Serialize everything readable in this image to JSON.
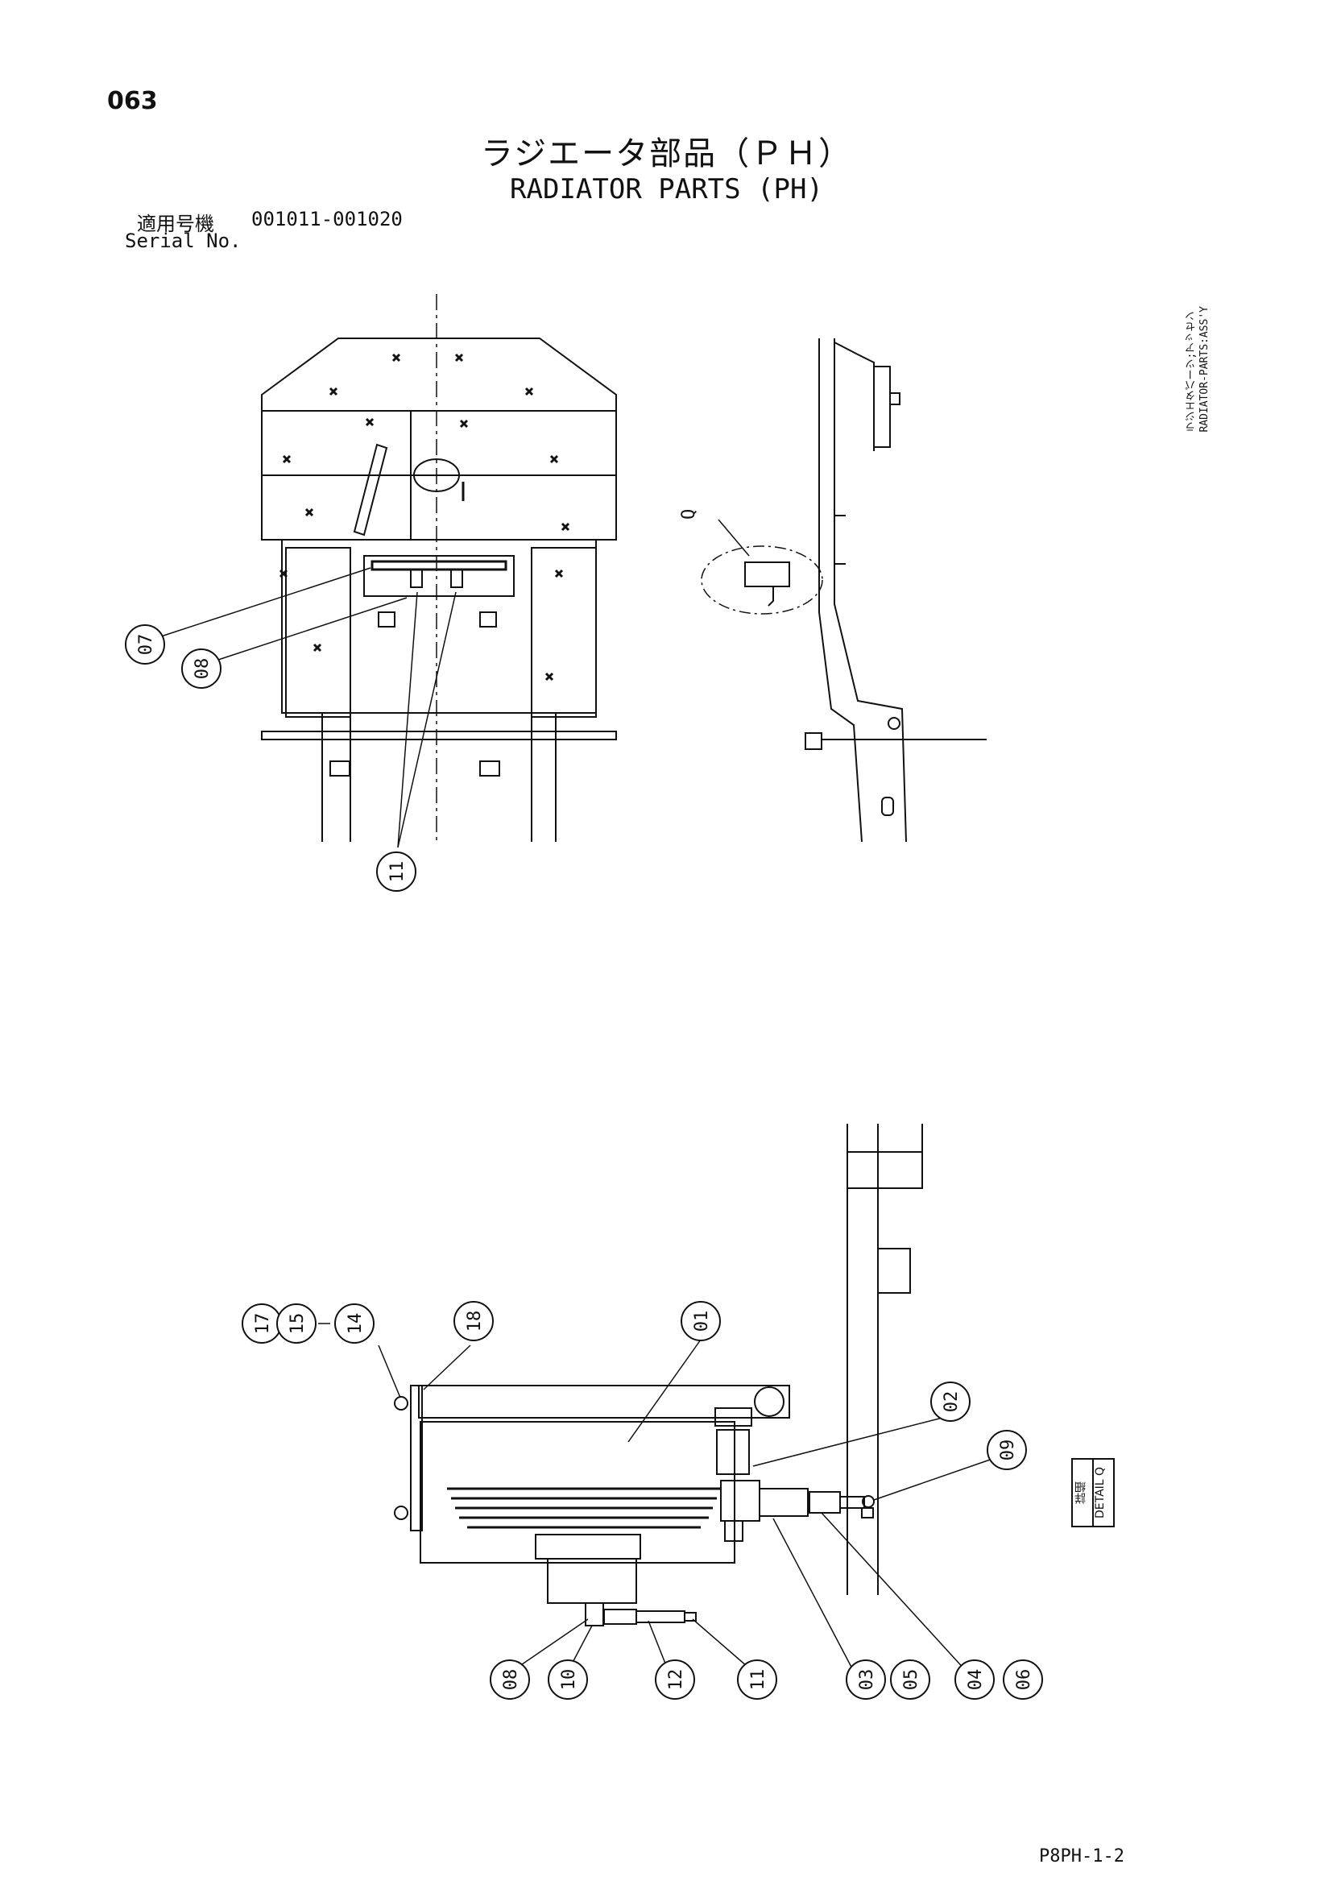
{
  "header": {
    "page_number": "063",
    "title_jp": "ラジエータ部品（ＰＨ）",
    "title_en": "RADIATOR PARTS (PH)"
  },
  "serial": {
    "label_jp": "適用号機",
    "range": "001011-001020",
    "label_en": "Serial No."
  },
  "side_caption": {
    "line1": "ラジエタパーツ;アッセン",
    "line2": "RADIATOR-PARTS:ASS'Y"
  },
  "detail": {
    "view_marker": "Q",
    "box_label_jp": "詳細",
    "box_label_en": "DETAIL",
    "box_letter": "Q"
  },
  "callouts_top": [
    "07",
    "08",
    "11"
  ],
  "callouts_detail": [
    "17",
    "15",
    "14",
    "18",
    "01",
    "02",
    "09",
    "08",
    "10",
    "12",
    "11",
    "03",
    "05",
    "04",
    "06"
  ],
  "footer": {
    "sheet_code": "P8PH-1-2"
  }
}
